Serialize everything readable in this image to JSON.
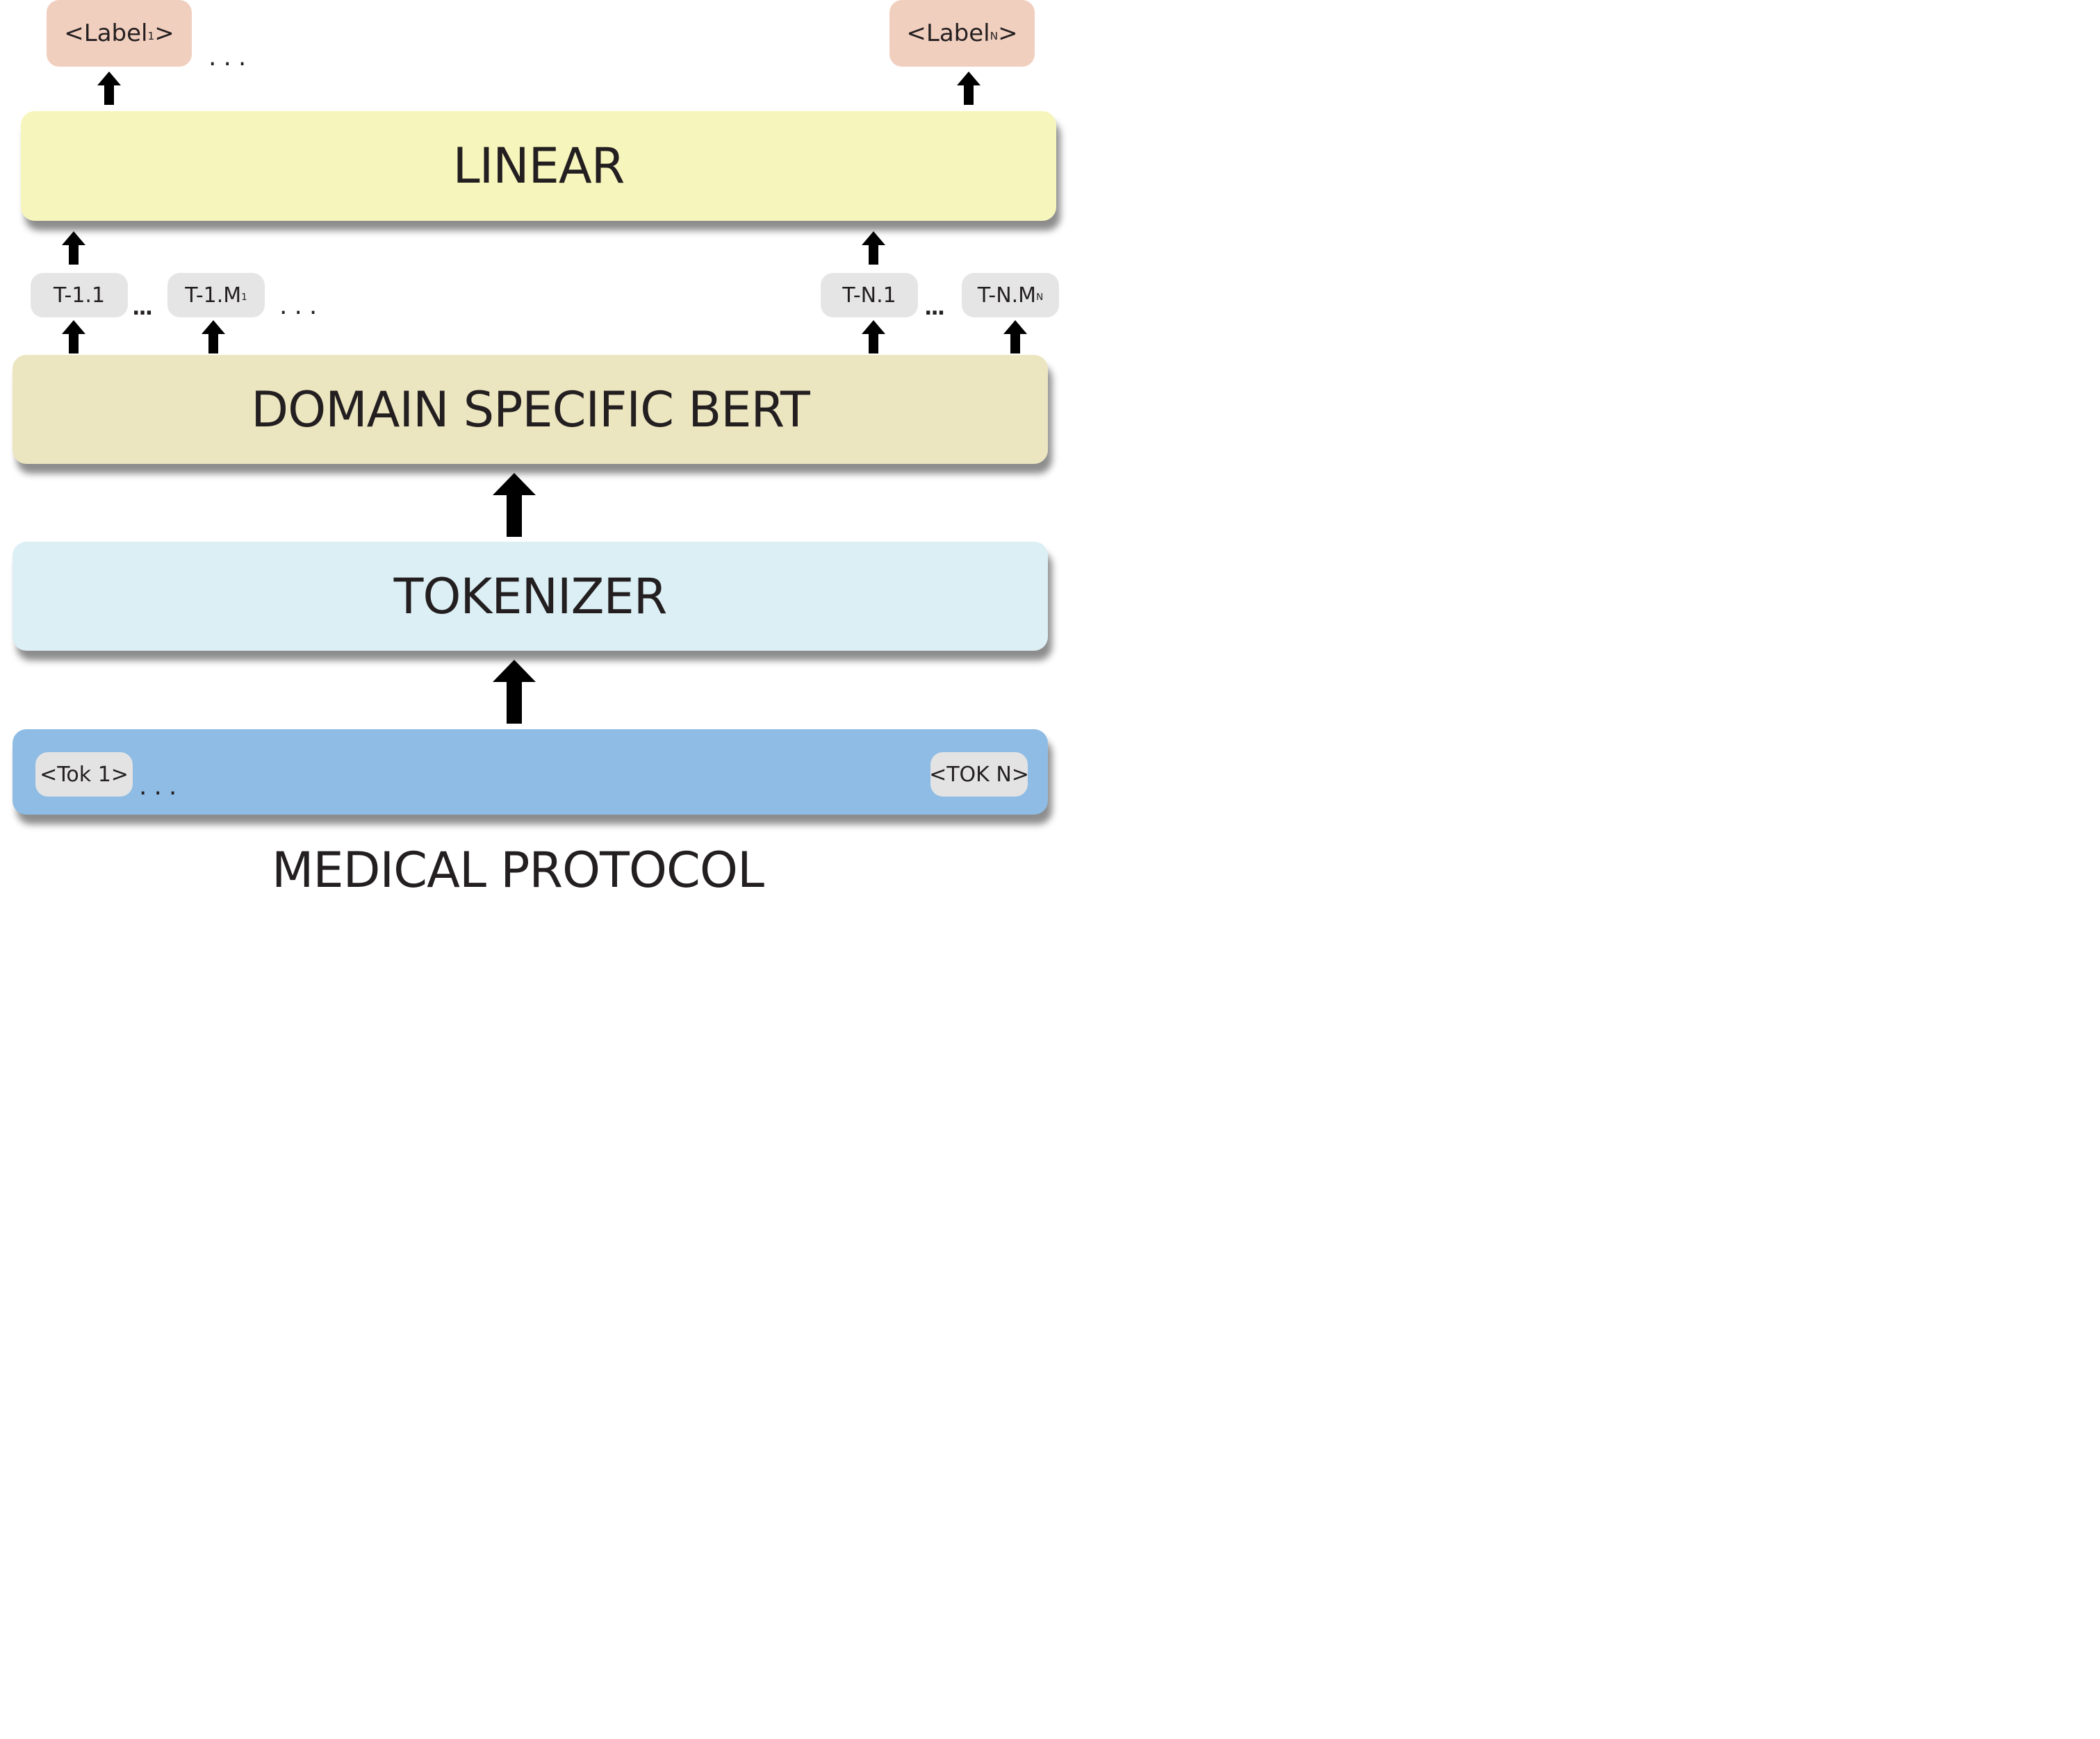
{
  "labels": {
    "first": {
      "text": "<Label",
      "sub": "1",
      "end": ">"
    },
    "last": {
      "text": "<Label",
      "sub": "N",
      "end": ">"
    },
    "ellipsis": "..."
  },
  "layers": {
    "linear": "LINEAR",
    "bert": "DOMAIN SPECIFIC BERT",
    "tokenizer": "TOKENIZER"
  },
  "subword_tokens": {
    "t11": {
      "text": "T-1.1"
    },
    "t1m": {
      "text": "T-1.M",
      "sub": "1"
    },
    "tn1": {
      "text": "T-N.1"
    },
    "tnm": {
      "text": "T-N.M",
      "sub": "N"
    },
    "ellipsis_small": "...",
    "ellipsis_gap": "..."
  },
  "input_tokens": {
    "first": "<Tok 1>",
    "last": "<TOK N>",
    "ellipsis": "..."
  },
  "caption": "MEDICAL PROTOCOL"
}
